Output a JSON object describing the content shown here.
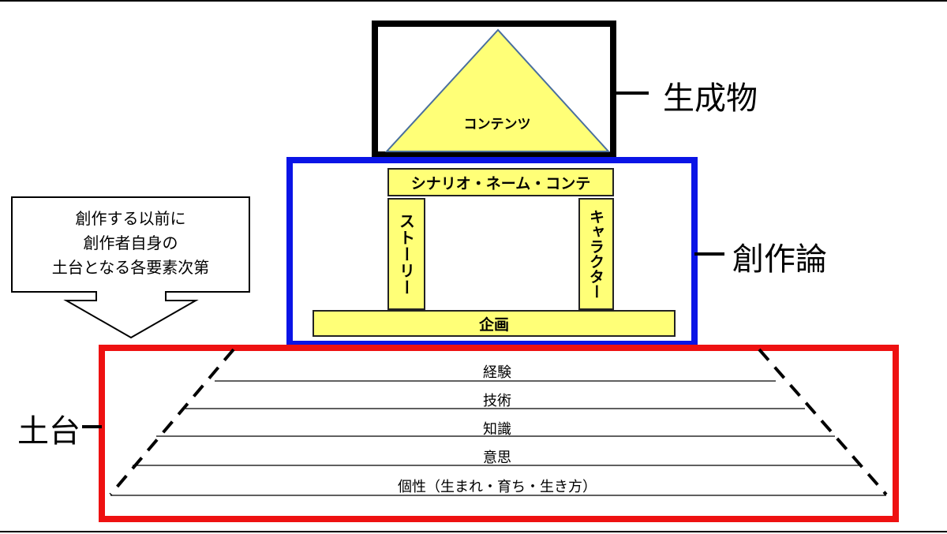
{
  "top": {
    "content_label": "コンテンツ",
    "side_label": "生成物"
  },
  "middle": {
    "beam_label": "シナリオ・ネーム・コンテ",
    "left_pillar": "ストーリー",
    "right_pillar": "キャラクター",
    "base_label": "企画",
    "side_label": "創作論"
  },
  "bottom": {
    "side_label": "土台",
    "layers": [
      "経験",
      "技術",
      "知識",
      "意思",
      "個性（生まれ・育ち・生き方）"
    ]
  },
  "callout": {
    "lines": [
      "創作する以前に",
      "創作者自身の",
      "土台となる各要素次第"
    ]
  },
  "colors": {
    "top_frame": "#000000",
    "middle_frame": "#0a14e6",
    "bottom_frame": "#ee1111",
    "fill": "#ffff77",
    "triangle_stroke": "#4a6f9e"
  }
}
